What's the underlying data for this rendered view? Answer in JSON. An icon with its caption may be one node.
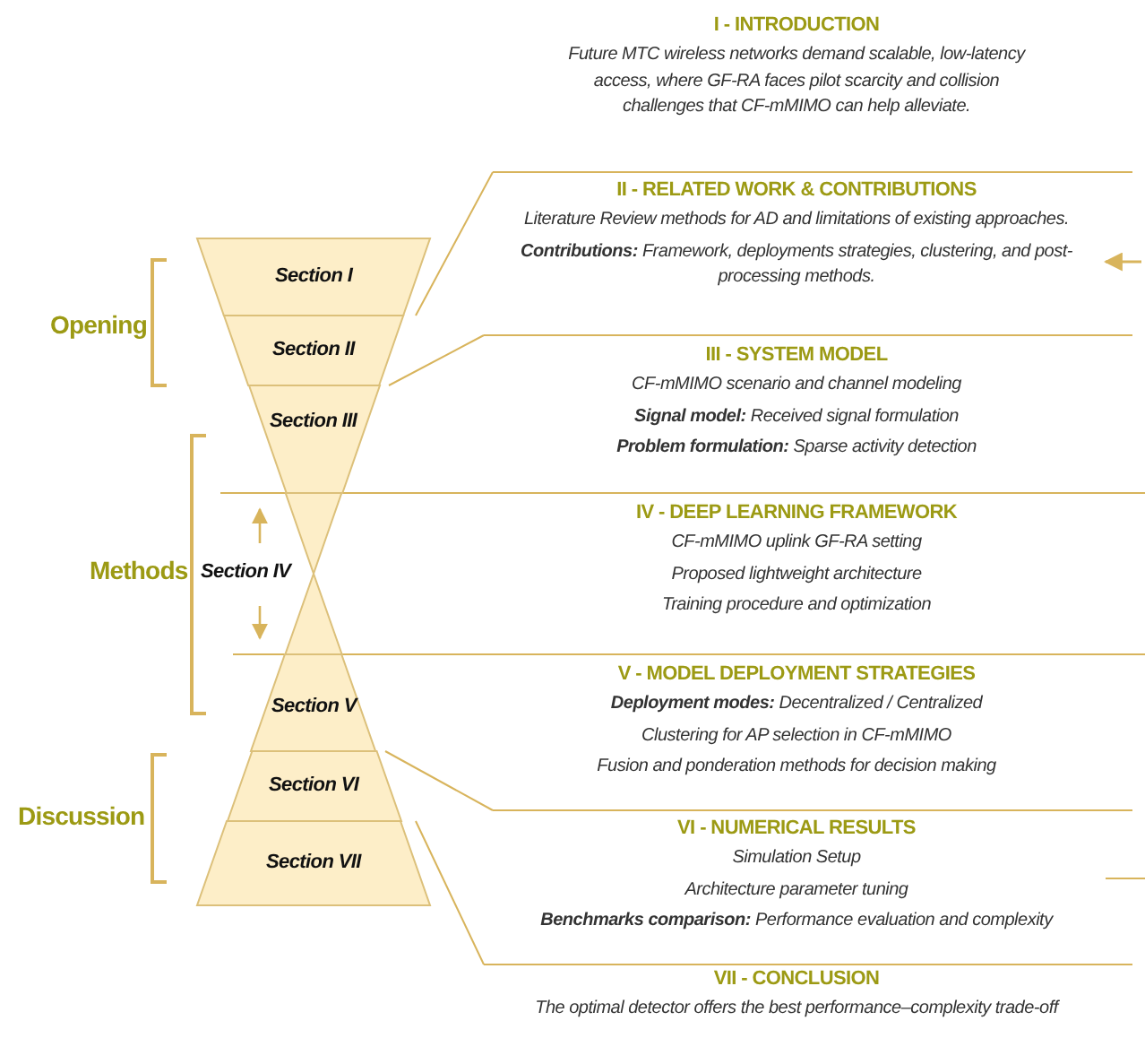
{
  "diagram": {
    "nodes": [
      {
        "text": [
          "Section I"
        ]
      },
      {
        "text": [
          "Section II"
        ]
      },
      {
        "text": [
          "Section III"
        ]
      },
      {
        "text": [
          "Section IV"
        ]
      },
      {
        "text": [
          "Section V"
        ]
      },
      {
        "text": [
          "Section VI"
        ]
      },
      {
        "text": [
          "Section VII"
        ]
      },
      {
        "text": [
          "I - INTRODUCTION",
          "Future MTC wireless networks demand scalable, low-latency access, where GF-RA faces pilot scarcity and collision challenges that CF-mMIMO can help alleviate."
        ]
      },
      {
        "text": [
          "II - RELATED WORK & CONTRIBUTIONS",
          "Literature Review methods for AD and limitations of existing approaches.",
          "**Contributions:** Framework,  deployments strategies, clustering, and post-processing methods."
        ]
      },
      {
        "text": [
          "III - SYSTEM MODEL",
          "CF-mMIMO scenario and channel modeling",
          "**Signal model:** Received signal formulation",
          "**Problem formulation:** Sparse activity detection"
        ]
      },
      {
        "text": [
          "IV - DEEP LEARNING FRAMEWORK",
          "CF-mMIMO uplink GF-RA setting",
          "Proposed lightweight architecture",
          "Training procedure and optimization"
        ]
      },
      {
        "text": [
          "V - MODEL DEPLOYMENT STRATEGIES",
          "**Deployment modes:** Decentralized / Centralized",
          "Clustering for AP selection in CF-mMIMO",
          "Fusion and ponderation methods for decision making"
        ]
      },
      {
        "text": [
          "VI - NUMERICAL RESULTS",
          "Simulation Setup",
          "Architecture parameter tuning",
          "**Benchmarks comparison:** Performance evaluation and complexity"
        ]
      },
      {
        "text": [
          "VII - CONCLUSION",
          "The optimal detector offers the best performance–complexity trade-off"
        ]
      }
    ],
    "edges": [
      {
        "from": null,
        "to": 8,
        "arrow": "to"
      }
    ],
    "labels": [
      "Opening",
      "Methods",
      "Discussion"
    ]
  }
}
